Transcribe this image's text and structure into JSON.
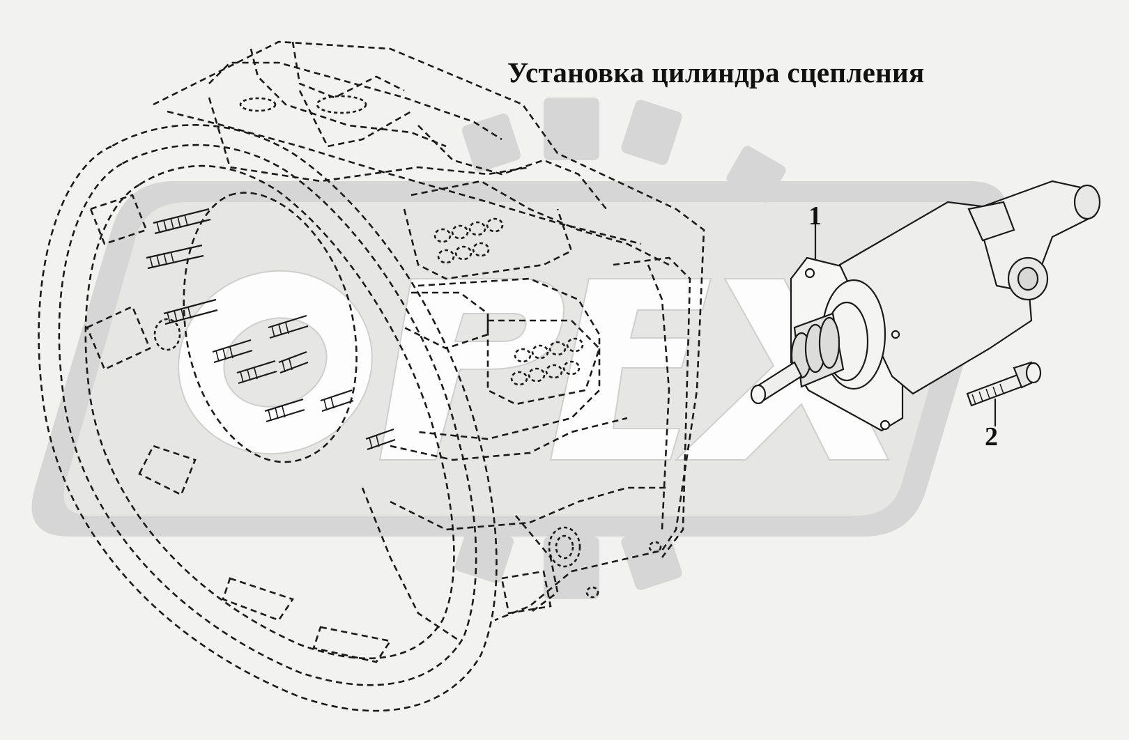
{
  "title": "Установка цилиндра сцепления",
  "watermark": "OPEX",
  "callouts": [
    {
      "label": "1",
      "part": "clutch-cylinder"
    },
    {
      "label": "2",
      "part": "bolt"
    }
  ],
  "colors": {
    "background": "#f2f2f0",
    "watermark": "#d9d9d9",
    "ink": "#1a1a1a"
  }
}
